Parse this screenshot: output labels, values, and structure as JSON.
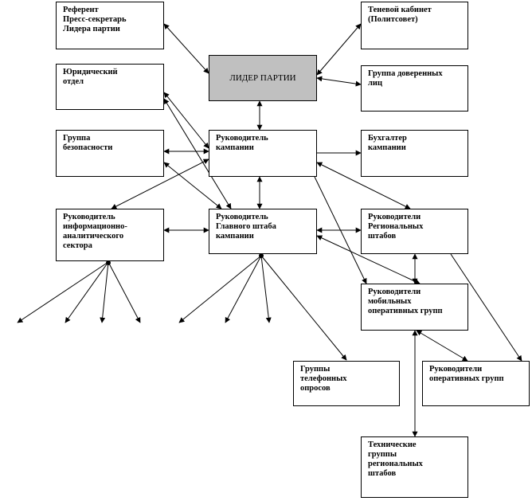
{
  "diagram": {
    "nodes": {
      "referent": "Референт\nПресс-секретарь\nЛидера партии",
      "shadow_cabinet": "Теневой кабинет\n(Политсовет)",
      "party_leader": "ЛИДЕР ПАРТИИ",
      "legal_dept": "Юридический\nотдел",
      "trusted_persons": "Группа доверенных\nлиц",
      "security_group": "Группа\nбезопасности",
      "campaign_head": "Руководитель\nкампании",
      "campaign_accountant": "Бухгалтер\nкампании",
      "info_analytics_head": "Руководитель\nинформационно-\nаналитического\nсектора",
      "hq_head": "Руководитель\nГлавного штаба\nкампании",
      "regional_hq_heads": "Руководители\nРегиональных\nштабов",
      "mobile_groups_heads": "Руководители\nмобильных\nоперативных групп",
      "phone_survey_groups": "Группы\nтелефонных\nопросов",
      "operative_groups_heads": "Руководители\nоперативных групп",
      "technical_groups": "Технические\nгруппы\nрегиональных\nштабов"
    }
  }
}
